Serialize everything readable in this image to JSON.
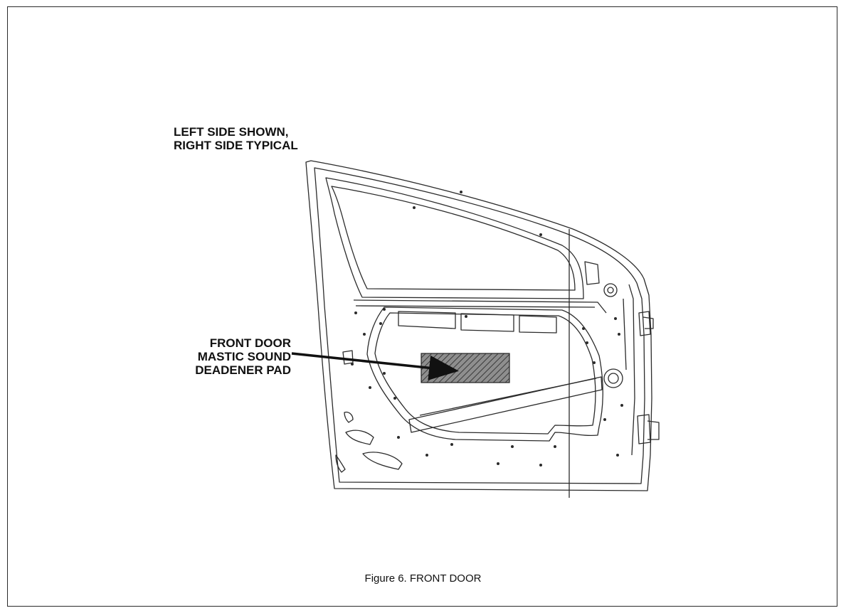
{
  "callouts": {
    "side_note": "LEFT SIDE SHOWN,\nRIGHT SIDE TYPICAL",
    "pad_label": "FRONT DOOR\nMASTIC SOUND\nDEADENER PAD"
  },
  "caption": "Figure 6.  FRONT DOOR",
  "colors": {
    "line": "#2b2b2b",
    "pad_fill": "#9a9a9a",
    "background": "#ffffff"
  }
}
